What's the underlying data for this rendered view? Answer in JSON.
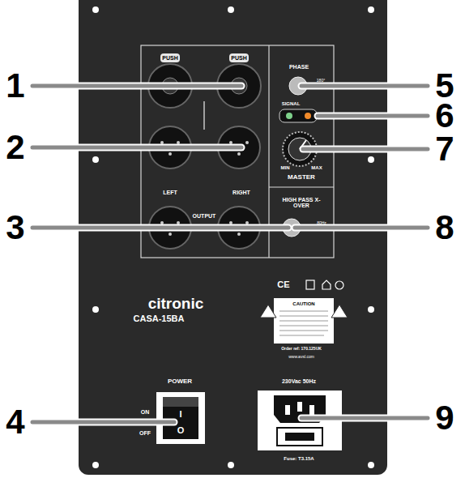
{
  "diagram": {
    "labels": [
      "PUSH",
      "PUSH",
      "LEFT",
      "RIGHT",
      "OUTPUT",
      "PHASE",
      "180°",
      "SIGNAL",
      "MIN",
      "MAX",
      "MASTER",
      "HIGH PASS X-OVER",
      "80Hz",
      "citronic",
      "CASA-15BA",
      "CE",
      "CAUTION",
      "Order ref: 170.125UK",
      "www.avsl.com",
      "POWER",
      "ON",
      "OFF",
      "I",
      "O",
      "230Vac 50Hz",
      "Fuse: T3.15A",
      "1",
      "2",
      "3",
      "4",
      "5",
      "6",
      "7",
      "8",
      "9"
    ]
  }
}
